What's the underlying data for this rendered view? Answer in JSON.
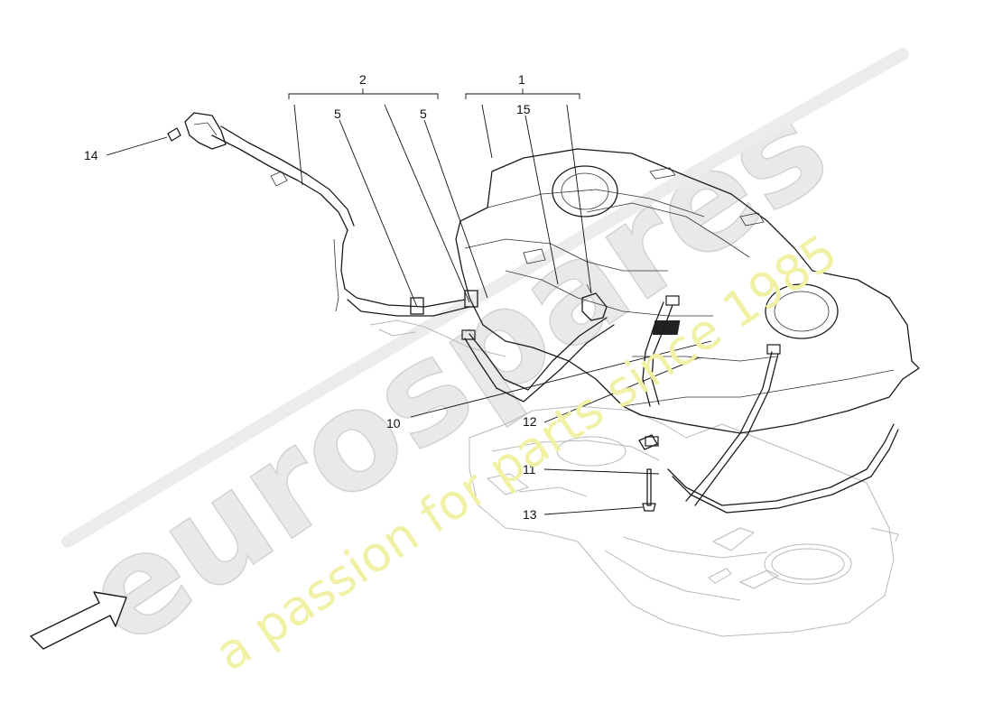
{
  "watermark": {
    "logo_text": "eurospares",
    "tagline": "a passion for parts since 1985"
  },
  "callouts": {
    "c1": "1",
    "c2": "2",
    "c5a": "5",
    "c5b": "5",
    "c15": "15",
    "c14": "14",
    "c10": "10",
    "c12": "12",
    "c11": "11",
    "c13": "13"
  },
  "colors": {
    "line": "#1a1a1a",
    "ghost_line": "#b9b9b9",
    "watermark_logo": "#e9e9e9",
    "watermark_tagline": "#f1f1a6"
  }
}
